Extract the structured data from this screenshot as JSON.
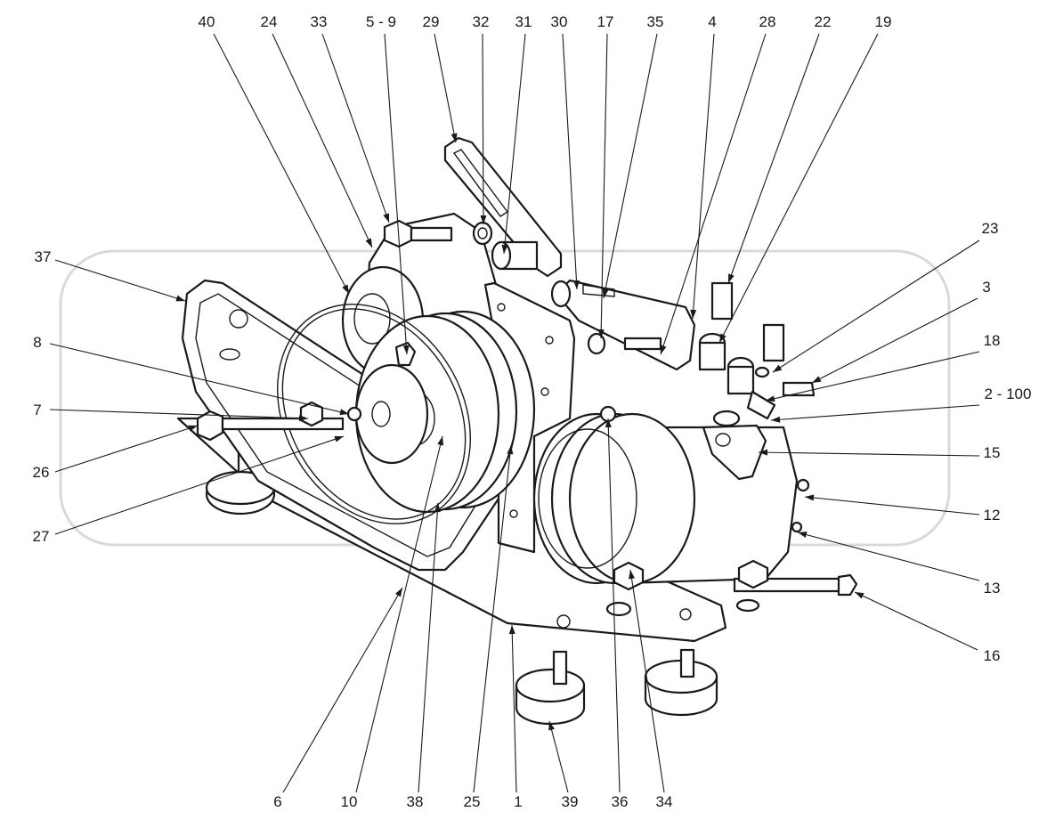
{
  "callouts": [
    {
      "id": "c40",
      "label": "40"
    },
    {
      "id": "c24",
      "label": "24"
    },
    {
      "id": "c33",
      "label": "33"
    },
    {
      "id": "c5-9",
      "label": "5 - 9"
    },
    {
      "id": "c29",
      "label": "29"
    },
    {
      "id": "c32",
      "label": "32"
    },
    {
      "id": "c31",
      "label": "31"
    },
    {
      "id": "c30",
      "label": "30"
    },
    {
      "id": "c17",
      "label": "17"
    },
    {
      "id": "c35",
      "label": "35"
    },
    {
      "id": "c4",
      "label": "4"
    },
    {
      "id": "c28",
      "label": "28"
    },
    {
      "id": "c22",
      "label": "22"
    },
    {
      "id": "c19",
      "label": "19"
    },
    {
      "id": "c23",
      "label": "23"
    },
    {
      "id": "c3",
      "label": "3"
    },
    {
      "id": "c18",
      "label": "18"
    },
    {
      "id": "c2-100",
      "label": "2 - 100"
    },
    {
      "id": "c15",
      "label": "15"
    },
    {
      "id": "c12",
      "label": "12"
    },
    {
      "id": "c13",
      "label": "13"
    },
    {
      "id": "c16",
      "label": "16"
    },
    {
      "id": "c37",
      "label": "37"
    },
    {
      "id": "c8",
      "label": "8"
    },
    {
      "id": "c7",
      "label": "7"
    },
    {
      "id": "c26",
      "label": "26"
    },
    {
      "id": "c27",
      "label": "27"
    },
    {
      "id": "c6",
      "label": "6"
    },
    {
      "id": "c10",
      "label": "10"
    },
    {
      "id": "c38",
      "label": "38"
    },
    {
      "id": "c25",
      "label": "25"
    },
    {
      "id": "c1",
      "label": "1"
    },
    {
      "id": "c39",
      "label": "39"
    },
    {
      "id": "c36",
      "label": "36"
    },
    {
      "id": "c34",
      "label": "34"
    }
  ],
  "watermark": {
    "color": "#d9d9d9"
  }
}
